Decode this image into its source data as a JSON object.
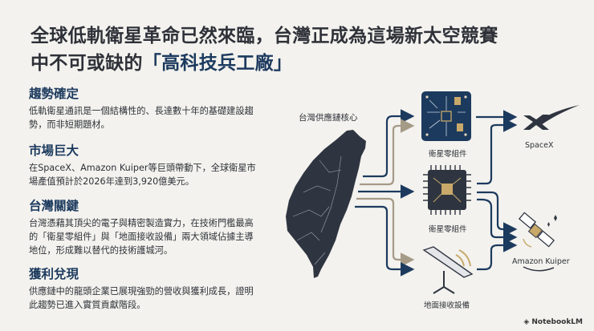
{
  "title": {
    "line1": "全球低軌衛星革命已然來臨，台灣正成為這場新太空競賽",
    "line2_prefix": "中不可或缺的",
    "line2_highlight": "「高科技兵工廠」"
  },
  "sections": [
    {
      "heading": "趨勢確定",
      "body": "低軌衛星通訊是一個結構性的、長達數十年的基礎建設趨勢，而非短期題材。"
    },
    {
      "heading": "市場巨大",
      "body": "在SpaceX、Amazon Kuiper等巨頭帶動下，全球衛星市場產值預計於2026年達到3,920億美元。"
    },
    {
      "heading": "台灣關鍵",
      "body": "台灣憑藉其頂尖的電子與精密製造實力，在技術門檻最高的「衛星零組件」與「地面接收設備」兩大領域佔據主導地位，形成難以替代的技術護城河。"
    },
    {
      "heading": "獲利兌現",
      "body": "供應鏈中的龍頭企業已展現強勁的營收與獲利成長，證明此趨勢已進入實質貢獻階段。"
    }
  ],
  "diagram": {
    "source_label": "台灣供應鏈核心",
    "nodes": [
      {
        "label": "衛星零組件",
        "icon": "circuit-board-icon"
      },
      {
        "label": "衛星零組件",
        "icon": "chip-icon"
      },
      {
        "label": "地面接收設備",
        "icon": "satellite-dish-icon"
      }
    ],
    "customers": [
      {
        "label": "SpaceX",
        "icon": "spacex-logo-icon"
      },
      {
        "label": "Amazon Kuiper",
        "icon": "satellite-icon"
      }
    ],
    "colors": {
      "navy": "#1c3a5e",
      "tan": "#a59a86",
      "gold": "#c8a96a",
      "map": "#2f3540"
    }
  },
  "footer": {
    "brand": "NotebookLM"
  }
}
